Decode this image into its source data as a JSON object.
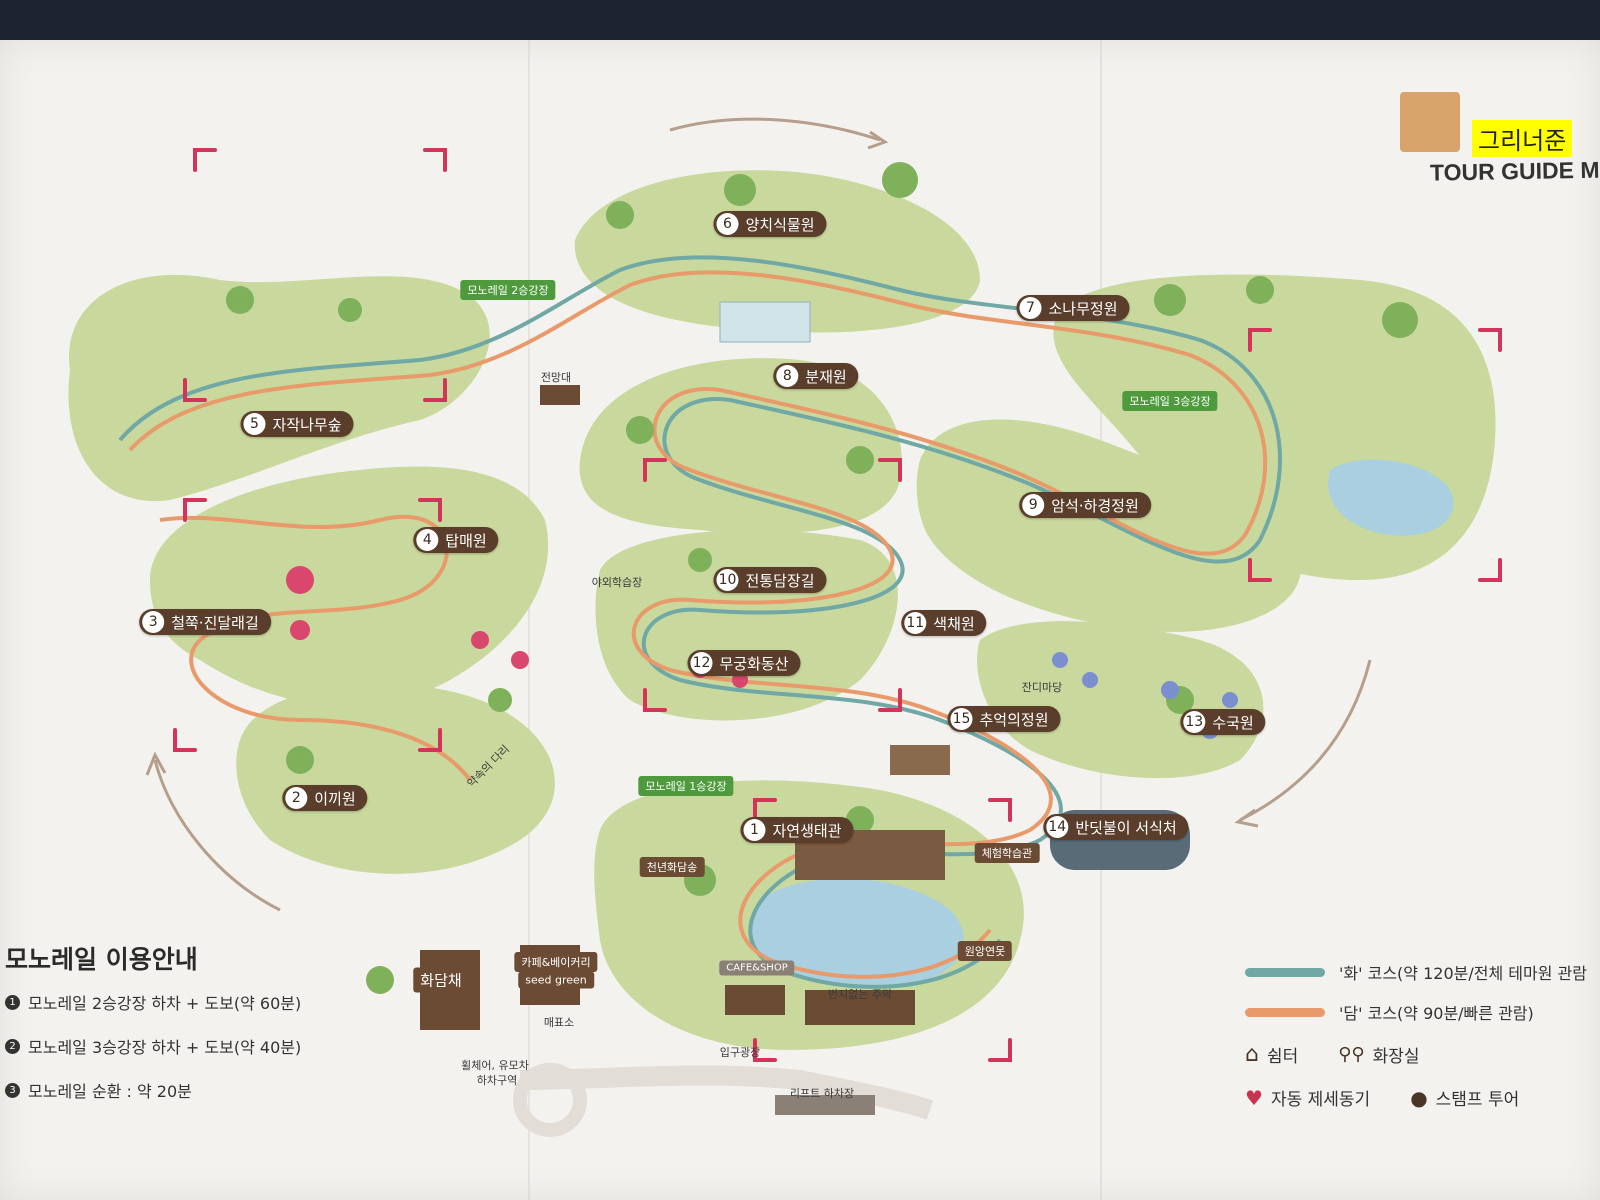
{
  "header": {
    "logo_text": "그리너준",
    "title": "TOUR GUIDE MA"
  },
  "gardens": [
    {
      "num": "1",
      "name": "자연생태관"
    },
    {
      "num": "2",
      "name": "이끼원"
    },
    {
      "num": "3",
      "name": "철쭉·진달래길"
    },
    {
      "num": "4",
      "name": "탑매원"
    },
    {
      "num": "5",
      "name": "자작나무숲"
    },
    {
      "num": "6",
      "name": "양치식물원"
    },
    {
      "num": "7",
      "name": "소나무정원"
    },
    {
      "num": "8",
      "name": "분재원"
    },
    {
      "num": "9",
      "name": "암석·하경정원"
    },
    {
      "num": "10",
      "name": "전통담장길"
    },
    {
      "num": "11",
      "name": "색채원"
    },
    {
      "num": "12",
      "name": "무궁화동산"
    },
    {
      "num": "13",
      "name": "수국원"
    },
    {
      "num": "14",
      "name": "반딧불이 서식처"
    },
    {
      "num": "15",
      "name": "추억의정원"
    }
  ],
  "stations": {
    "s1": "모노레일 1승강장",
    "s2": "모노레일 2승강장",
    "s3": "모노레일 3승강장"
  },
  "places": {
    "observatory": "전망대",
    "outdoor_class": "야외학습장",
    "lawn": "잔디마당",
    "promise_bridge": "약속의 다리",
    "thousand_year": "천년화담송",
    "experience_hall": "체험학습관",
    "pond": "원앙연못",
    "hwadamchae": "화담채",
    "cafe_bakery": "카페&베이커리",
    "seed_green": "seed green",
    "ticket": "매표소",
    "cafe_shop": "CAFE&SHOP",
    "wheelchair": "휠체어, 유모차",
    "dropoff": "하차구역",
    "entrance": "입구광장",
    "lift": "리프트 하차장",
    "beonji": "번지없는 주막"
  },
  "monorail_guide": {
    "title": "모노레일 이용안내",
    "items": [
      {
        "num": "1",
        "text": "모노레일 2승강장 하차 + 도보(약 60분)"
      },
      {
        "num": "2",
        "text": "모노레일 3승강장 하차 + 도보(약 40분)"
      },
      {
        "num": "3",
        "text": "모노레일 순환 : 약 20분"
      }
    ]
  },
  "legend": {
    "course_hwa": "'화' 코스(약 120분/전체 테마원 관람",
    "course_dam": "'담' 코스(약 90분/빠른 관람)",
    "shelter": "쉼터",
    "restroom": "화장실",
    "vending": "자동 제세동기",
    "stamp": "스탬프 투어",
    "colors": {
      "hwa": "#6fa8a4",
      "dam": "#e89a6a"
    }
  }
}
